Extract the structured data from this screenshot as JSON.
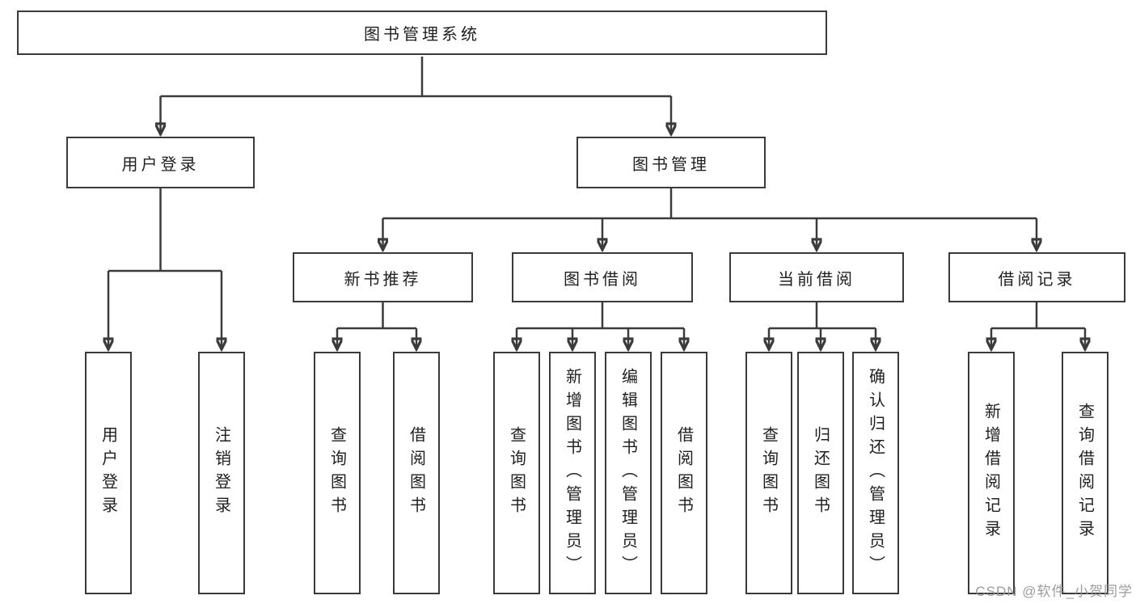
{
  "colors": {
    "line": "#3b3b3b",
    "box_border": "#3a3a3a",
    "text": "#1f1f1f",
    "watermark": "#949494",
    "background": "#ffffff"
  },
  "tree": {
    "root": "图书管理系统",
    "branches": [
      {
        "label": "用户登录",
        "children": [
          "用户登录",
          "注销登录"
        ]
      },
      {
        "label": "图书管理",
        "sections": [
          {
            "label": "新书推荐",
            "children": [
              "查询图书",
              "借阅图书"
            ]
          },
          {
            "label": "图书借阅",
            "children": [
              "查询图书",
              "新增图书（管理员）",
              "编辑图书（管理员）",
              "借阅图书"
            ]
          },
          {
            "label": "当前借阅",
            "children": [
              "查询图书",
              "归还图书",
              "确认归还（管理员）"
            ]
          },
          {
            "label": "借阅记录",
            "children": [
              "新增借阅记录",
              "查询借阅记录"
            ]
          }
        ]
      }
    ]
  },
  "watermark": {
    "text": "CSDN @软件_小贺同学"
  }
}
